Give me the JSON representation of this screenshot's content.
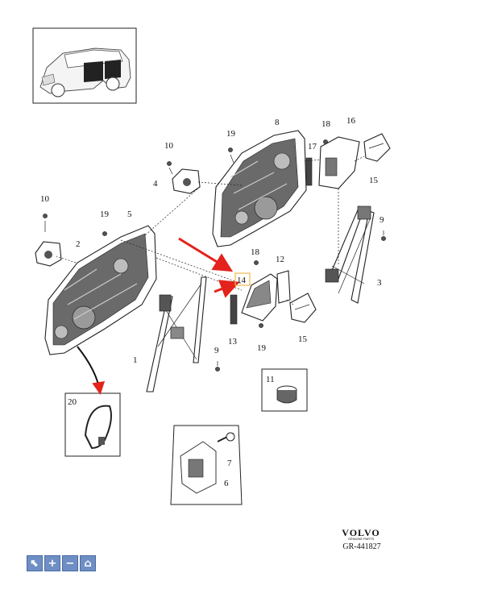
{
  "callouts": {
    "n1": "1",
    "n2": "2",
    "n3": "3",
    "n4": "4",
    "n5": "5",
    "n6": "6",
    "n7": "7",
    "n8": "8",
    "n9a": "9",
    "n9b": "9",
    "n10a": "10",
    "n10b": "10",
    "n11": "11",
    "n12": "12",
    "n13": "13",
    "n14": "14",
    "n15a": "15",
    "n15b": "15",
    "n16": "16",
    "n17": "17",
    "n18a": "18",
    "n18b": "18",
    "n19a": "19",
    "n19b": "19",
    "n19c": "19",
    "n20": "20"
  },
  "brand": {
    "name": "VOLVO",
    "subtitle": "GENUINE PARTS",
    "reference": "GR-441827"
  },
  "toolbar": {
    "buttons": [
      {
        "icon": "cursor-icon",
        "glyph": "⬉"
      },
      {
        "icon": "plus-icon",
        "glyph": "+"
      },
      {
        "icon": "minus-icon",
        "glyph": "−"
      },
      {
        "icon": "home-icon",
        "glyph": "⌂"
      }
    ]
  },
  "colors": {
    "arrow": "#e3231c",
    "highlight": "#f2b84b",
    "toolbar": "#6f8fc4"
  }
}
